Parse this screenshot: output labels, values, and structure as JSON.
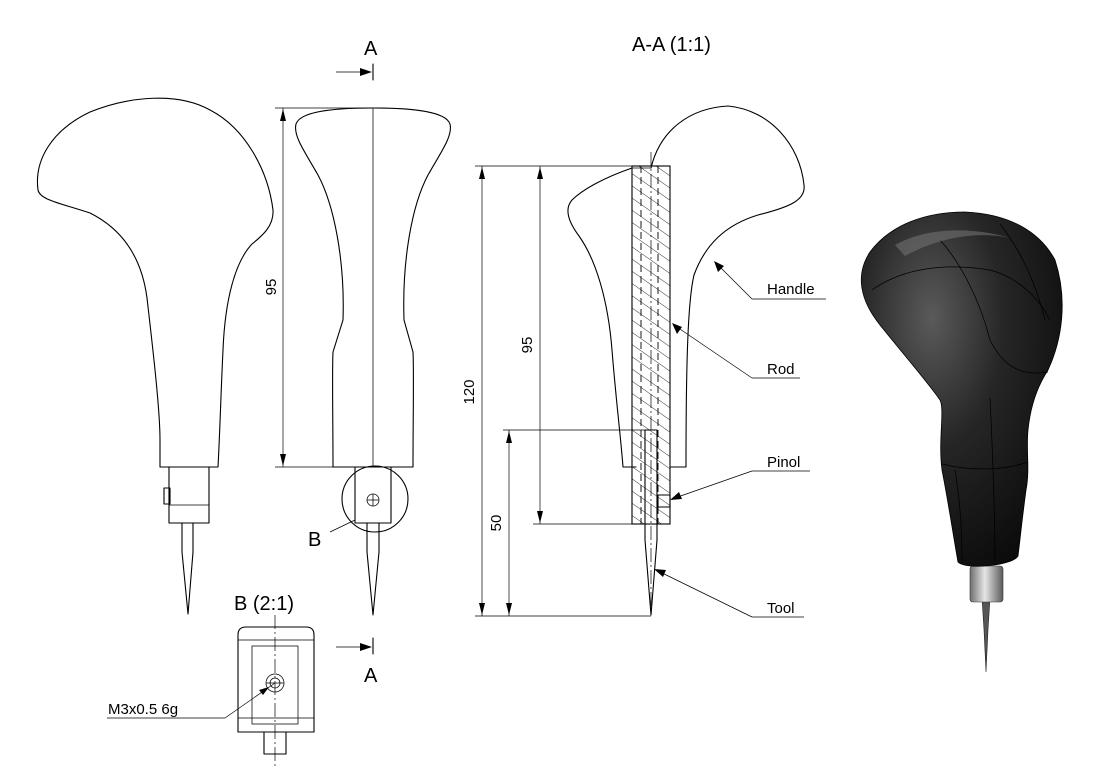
{
  "section_views": {
    "section_marker": "A",
    "section_title": "A-A (1:1)",
    "detail_marker": "B",
    "detail_title": "B (2:1)"
  },
  "dimensions": {
    "front_height": "95",
    "section_total": "120",
    "section_handle": "95",
    "section_tool": "50"
  },
  "part_labels": {
    "handle": "Handle",
    "rod": "Rod",
    "pinol": "Pinol",
    "tool": "Tool",
    "thread": "M3x0.5 6g"
  },
  "colors": {
    "line": "#000000",
    "background": "#ffffff",
    "render_body": "#1e1e1e",
    "render_metal": "#b8b8b8"
  }
}
